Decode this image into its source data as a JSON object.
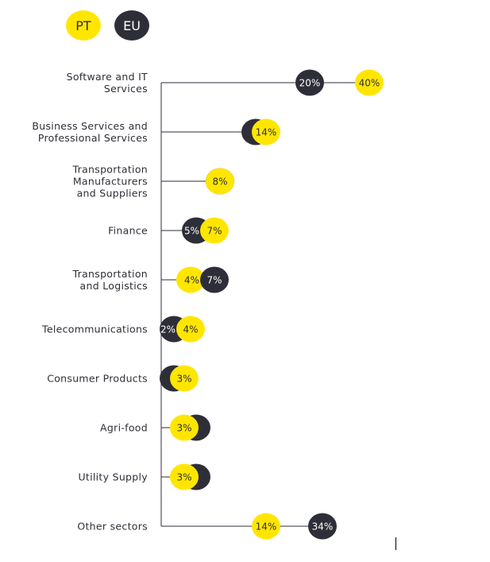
{
  "legend": {
    "pt": "PT",
    "eu": "EU"
  },
  "colors": {
    "pt": "#ffe600",
    "eu": "#2e2e38"
  },
  "chart_data": {
    "type": "dot-plot",
    "unit": "%",
    "categories": [
      "Software and IT\nServices",
      "Business Services and\nProfessional Services",
      "Transportation\nManufacturers\nand Suppliers",
      "Finance",
      "Transportation\nand Logistics",
      "Telecommunications",
      "Consumer Products",
      "Agri-food",
      "Utility Supply",
      "Other sectors"
    ],
    "series": [
      {
        "name": "PT",
        "values": [
          40,
          14,
          8,
          7,
          4,
          4,
          3,
          3,
          3,
          14
        ],
        "labels": [
          "40%",
          "14%",
          "8%",
          "7%",
          "4%",
          "4%",
          "3%",
          "3%",
          "3%",
          "14%"
        ]
      },
      {
        "name": "EU",
        "values": [
          20,
          13,
          8,
          5,
          7,
          2,
          2,
          5,
          5,
          34
        ],
        "labels": [
          "20%",
          null,
          null,
          "5%",
          "7%",
          "2%",
          null,
          null,
          null,
          "34%"
        ]
      }
    ]
  }
}
